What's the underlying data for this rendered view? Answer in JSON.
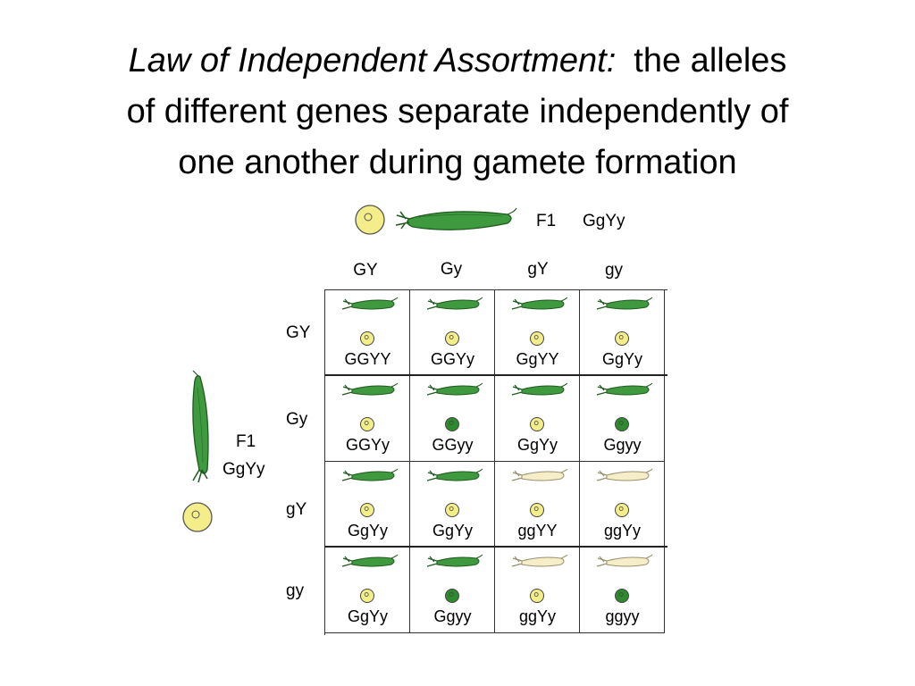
{
  "title": {
    "italic": "Law of Independent Assortment:",
    "line1_rest": "the alleles",
    "line2": "of different genes separate independently of",
    "line3": "one another during gamete formation"
  },
  "f1_top": {
    "label": "F1",
    "genotype": "GgYy",
    "pea_color": "yellow",
    "pod_color": "green"
  },
  "f1_left": {
    "label": "F1",
    "genotype": "GgYy",
    "pea_color": "yellow",
    "pod_color": "green"
  },
  "gametes_top": [
    "GY",
    "Gy",
    "gY",
    "gy"
  ],
  "gametes_left": [
    "GY",
    "Gy",
    "gY",
    "gy"
  ],
  "colors": {
    "pea_yellow": "#f4ee8a",
    "pea_green": "#2e8a2e",
    "pod_green": "#3f9a3f",
    "pod_yellow": "#f6eec8"
  },
  "punnett": [
    [
      {
        "genotype": "GGYY",
        "pea": "yellow",
        "pod": "green"
      },
      {
        "genotype": "GGYy",
        "pea": "yellow",
        "pod": "green"
      },
      {
        "genotype": "GgYY",
        "pea": "yellow",
        "pod": "green"
      },
      {
        "genotype": "GgYy",
        "pea": "yellow",
        "pod": "green"
      }
    ],
    [
      {
        "genotype": "GGYy",
        "pea": "yellow",
        "pod": "green"
      },
      {
        "genotype": "GGyy",
        "pea": "green",
        "pod": "green"
      },
      {
        "genotype": "GgYy",
        "pea": "yellow",
        "pod": "green"
      },
      {
        "genotype": "Ggyy",
        "pea": "green",
        "pod": "green"
      }
    ],
    [
      {
        "genotype": "GgYy",
        "pea": "yellow",
        "pod": "green"
      },
      {
        "genotype": "GgYy",
        "pea": "yellow",
        "pod": "green"
      },
      {
        "genotype": "ggYY",
        "pea": "yellow",
        "pod": "yellow"
      },
      {
        "genotype": "ggYy",
        "pea": "yellow",
        "pod": "yellow"
      }
    ],
    [
      {
        "genotype": "GgYy",
        "pea": "yellow",
        "pod": "green"
      },
      {
        "genotype": "Ggyy",
        "pea": "green",
        "pod": "green"
      },
      {
        "genotype": "ggYy",
        "pea": "yellow",
        "pod": "yellow"
      },
      {
        "genotype": "ggyy",
        "pea": "green",
        "pod": "yellow"
      }
    ]
  ]
}
